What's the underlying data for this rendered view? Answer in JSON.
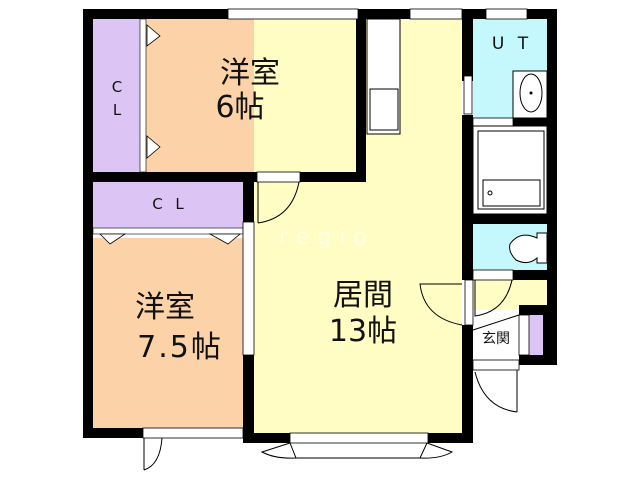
{
  "floorplan": {
    "colors": {
      "western_room": "#fcd3a8",
      "living": "#fffcc4",
      "closet": "#dcc4f4",
      "wet_area": "#c4f8fc",
      "wall": "#000000",
      "fixture": "#ffffff"
    },
    "rooms": {
      "western_room_6": {
        "name": "洋室",
        "size": "6帖"
      },
      "western_room_7_5": {
        "name": "洋室",
        "size": "7.5帖"
      },
      "living": {
        "name": "居間",
        "size": "13帖"
      },
      "closet_top": {
        "label": "C\nL"
      },
      "closet_middle": {
        "label": "C L"
      },
      "utility": {
        "label": "U T"
      },
      "entrance": {
        "label": "玄関"
      }
    },
    "watermark": "regio"
  }
}
